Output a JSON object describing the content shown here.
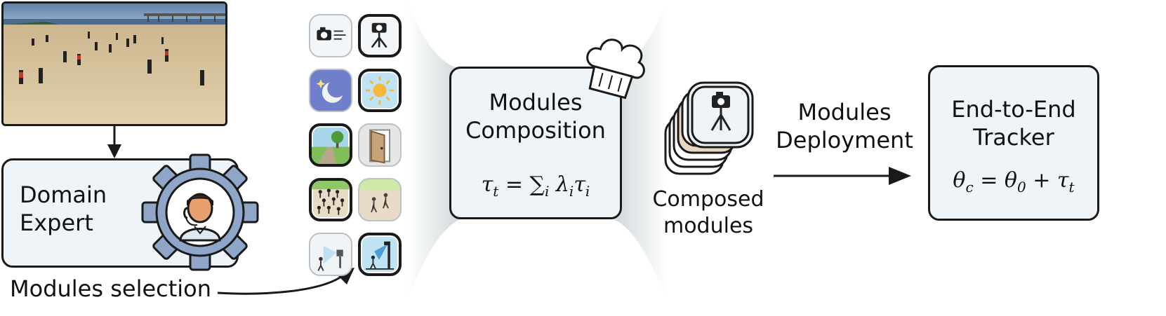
{
  "domain_expert": {
    "line1": "Domain",
    "line2": "Expert"
  },
  "selection_label": "Modules selection",
  "composition": {
    "line1": "Modules",
    "line2": "Composition",
    "formula": "τt = ∑i λi τi"
  },
  "composed_label": {
    "line1": "Composed",
    "line2": "modules"
  },
  "deployment_label": {
    "line1": "Modules",
    "line2": "Deployment"
  },
  "tracker": {
    "line1": "End-to-End",
    "line2": "Tracker",
    "formula": "θc = θ0 + τt"
  },
  "colors": {
    "box_fill": "#eef4f7",
    "border": "#1a1a1a",
    "gear": "#8fa6c8"
  },
  "icons": [
    "camera-wind-icon",
    "camera-tripod-icon",
    "moon-night-icon",
    "sun-day-icon",
    "outdoor-tree-icon",
    "indoor-door-icon",
    "crowd-dense-icon",
    "crowd-sparse-icon",
    "low-light-spotlight-icon",
    "street-lamp-icon"
  ]
}
